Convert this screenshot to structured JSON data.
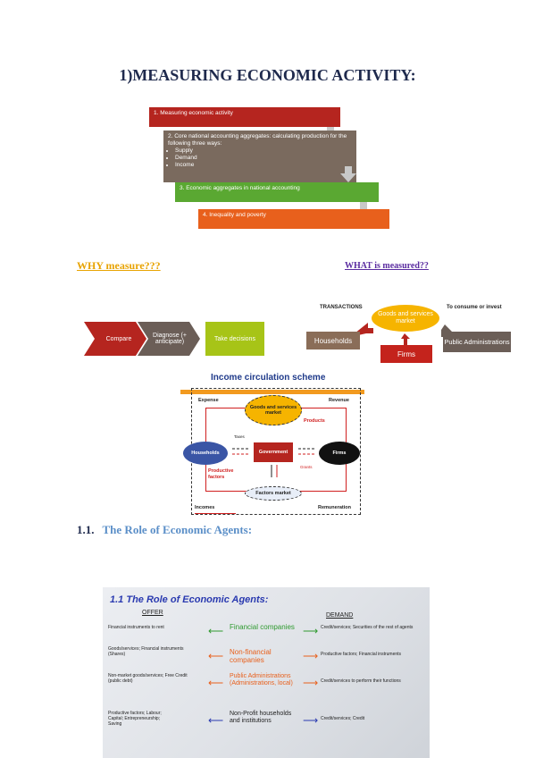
{
  "title": "1)MEASURING ECONOMIC ACTIVITY:",
  "steps": [
    {
      "text": "1. Measuring economic activity"
    },
    {
      "text": "2. Core national accounting aggregates: calculating production for the following three ways:",
      "bullets": [
        "Supply",
        "Demand",
        "Income"
      ]
    },
    {
      "text": "3. Economic aggregates in national accounting"
    },
    {
      "text": "4. Inequality and poverty"
    }
  ],
  "why_heading": "WHY measure???",
  "what_heading": "WHAT is measured??",
  "why_chevrons": [
    "Compare",
    "Diagnose (+ anticipate)",
    "Take decisions"
  ],
  "what_diagram": {
    "transactions": "TRANSACTIONS",
    "goods": "Goods and services market",
    "to_consume": "To consume or invest",
    "households": "Households",
    "firms": "Firms",
    "public": "Public Administrations"
  },
  "circulation": {
    "title": "Income circulation scheme",
    "expense": "Expense",
    "revenue": "Revenue",
    "goods": "Goods and services market",
    "products": "Products",
    "households": "Households",
    "government": "Government",
    "firms": "Firms",
    "taxes": "Taxes",
    "grants": "Grants",
    "productive_factors": "Productive factors",
    "factors_market": "Factors market",
    "incomes": "Incomes",
    "remuneration": "Remuneration"
  },
  "section": {
    "number": "1.1.",
    "title": "The Role of Economic Agents:"
  },
  "notes": {
    "title": "1.1 The Role of Economic Agents:",
    "offer": "OFFER",
    "demand": "DEMAND",
    "rows": [
      {
        "left": "Financial instruments to rent",
        "mid": "Financial companies",
        "right": "Credit/services; Securities of the rest of agents"
      },
      {
        "left": "Goods/services; Financial instruments (Shares)",
        "mid": "Non-financial companies",
        "right": "Productive factors; Financial instruments"
      },
      {
        "left": "Non-market goods/services; Free Credit (public debt)",
        "mid": "Public Administrations (Administrations, local)",
        "right": "Credit/services to perform their functions"
      },
      {
        "left": "Productive factors; Labour; Capital; Entrepreneurship; Saving",
        "mid": "Non-Profit households and institutions",
        "right": "Credit/services; Credit"
      }
    ]
  }
}
